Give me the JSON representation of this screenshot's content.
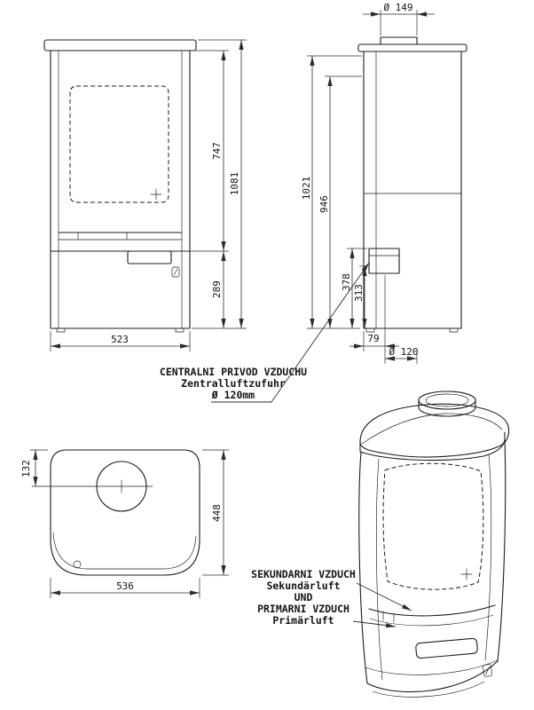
{
  "front_view": {
    "dims": {
      "glass_height": "747",
      "total_height": "1081",
      "base_height": "289",
      "width": "523"
    }
  },
  "side_view": {
    "dims": {
      "flue_diameter": "Ø 149",
      "height_total": "1021",
      "height_secondary": "946",
      "inlet_top": "378",
      "inlet_bottom": "313",
      "inlet_offset": "79",
      "inlet_diameter": "Ø 120"
    }
  },
  "top_view": {
    "dims": {
      "flue_offset": "132",
      "depth": "448",
      "width": "536"
    }
  },
  "notes": {
    "central_air": {
      "line1": "CENTRALNI PRIVOD VZDUCHU",
      "line2": "Zentralluftzufuhr",
      "line3": "Ø 120mm"
    },
    "combustion_air": {
      "line1": "SEKUNDARNI VZDUCH",
      "line2": "Sekundärluft",
      "line3": "UND",
      "line4": "PRIMARNI VZDUCH",
      "line5": "Primärluft"
    }
  },
  "colors": {
    "line": "#1c1c1c",
    "background": "#ffffff"
  }
}
